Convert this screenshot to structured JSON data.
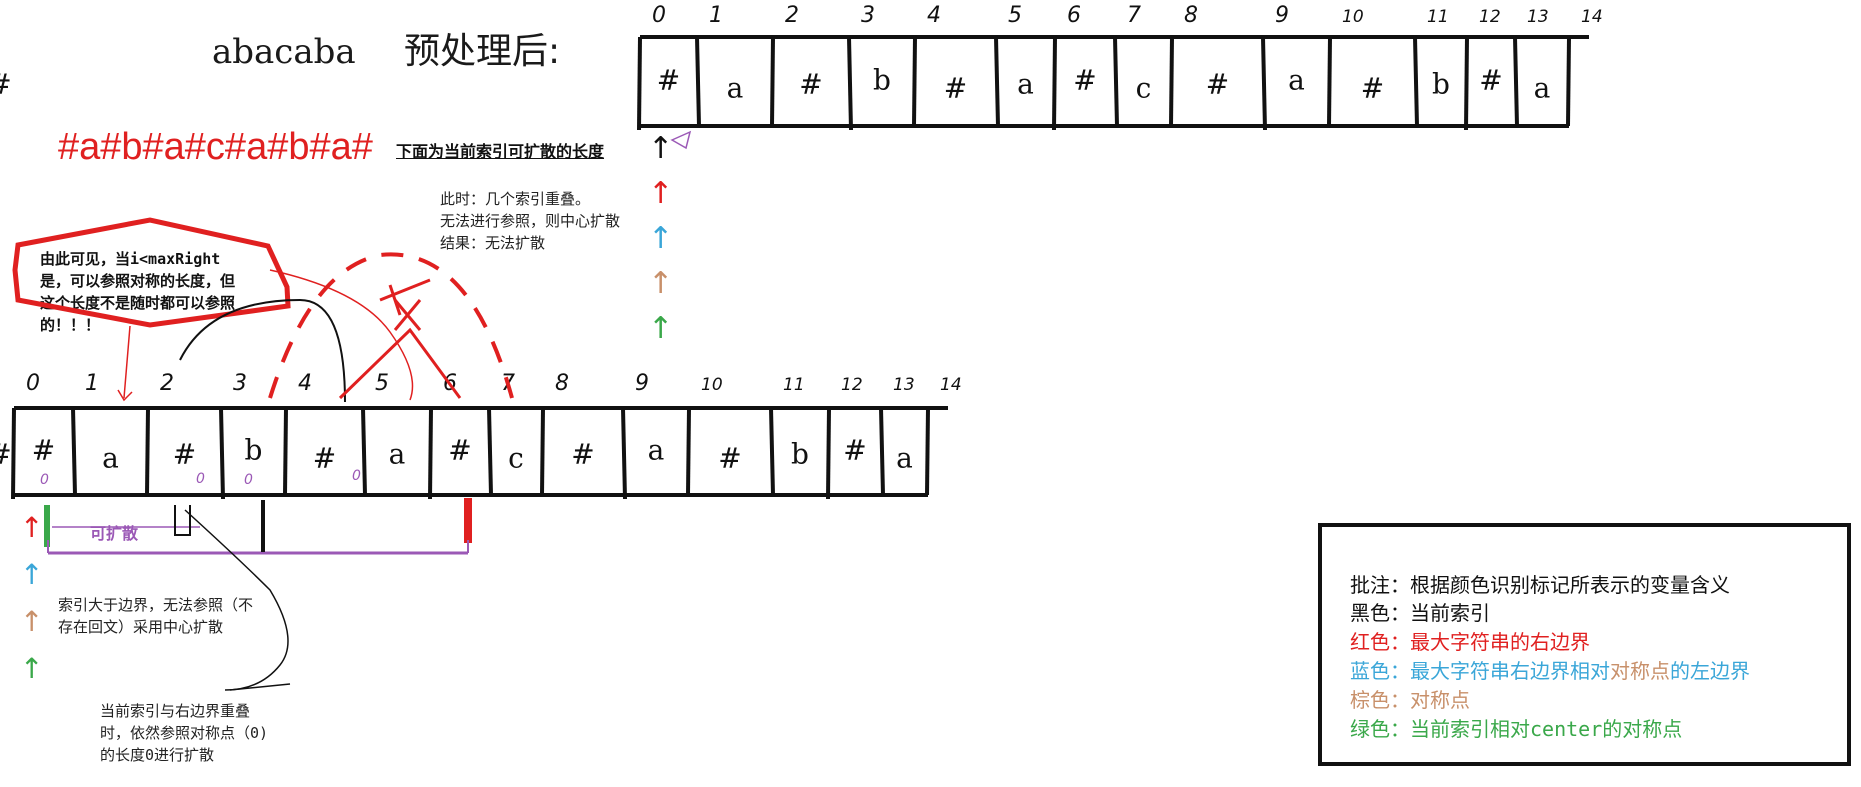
{
  "header": {
    "original_string": "abacaba",
    "preprocessed_label": "预处理后:",
    "preprocessed_string": "#a#b#a#c#a#b#a#",
    "below_note": "下面为当前索引可扩散的长度"
  },
  "array": {
    "indices": [
      "0",
      "1",
      "2",
      "3",
      "4",
      "5",
      "6",
      "7",
      "8",
      "9",
      "10",
      "11",
      "12",
      "13",
      "14"
    ],
    "cells": [
      "#",
      "a",
      "#",
      "b",
      "#",
      "a",
      "#",
      "c",
      "#",
      "a",
      "#",
      "b",
      "#",
      "a",
      "#"
    ]
  },
  "notes": {
    "overlap_note_lines": [
      "此时：几个索引重叠。",
      "无法进行参照，则中心扩散",
      "结果：无法扩散"
    ],
    "conclusion_lines": [
      "由此可见，当i<maxRight",
      "是，可以参照对称的长度，但",
      "这个长度不是随时都可以参照",
      "的！！！"
    ],
    "exceed_lines": [
      "索引大于边界，无法参照（不",
      "存在回文）采用中心扩散"
    ],
    "overlap_right_lines": [
      "当前索引与右边界重叠",
      "时，依然参照对称点（0)",
      "的长度0进行扩散"
    ],
    "can_expand": "可扩散",
    "small_zero_marks": [
      "0",
      "0",
      "0",
      "0"
    ]
  },
  "legend": {
    "title": "批注：根据颜色识别标记所表示的变量含义",
    "black_label": "黑色：当前索引",
    "red_label": "红色：最大字符串的右边界",
    "blue_label_a": "蓝色：最大字符串右边界相对",
    "blue_label_b": "对称点",
    "blue_label_c": "的左边界",
    "brown_label": "棕色：对称点",
    "green_label": "绿色：当前索引相对center的对称点"
  },
  "colors": {
    "black": "#111111",
    "red": "#e02020",
    "blue": "#3aa6d8",
    "brown": "#c8906a",
    "green": "#3aa84a",
    "purple": "#9b59b6"
  }
}
